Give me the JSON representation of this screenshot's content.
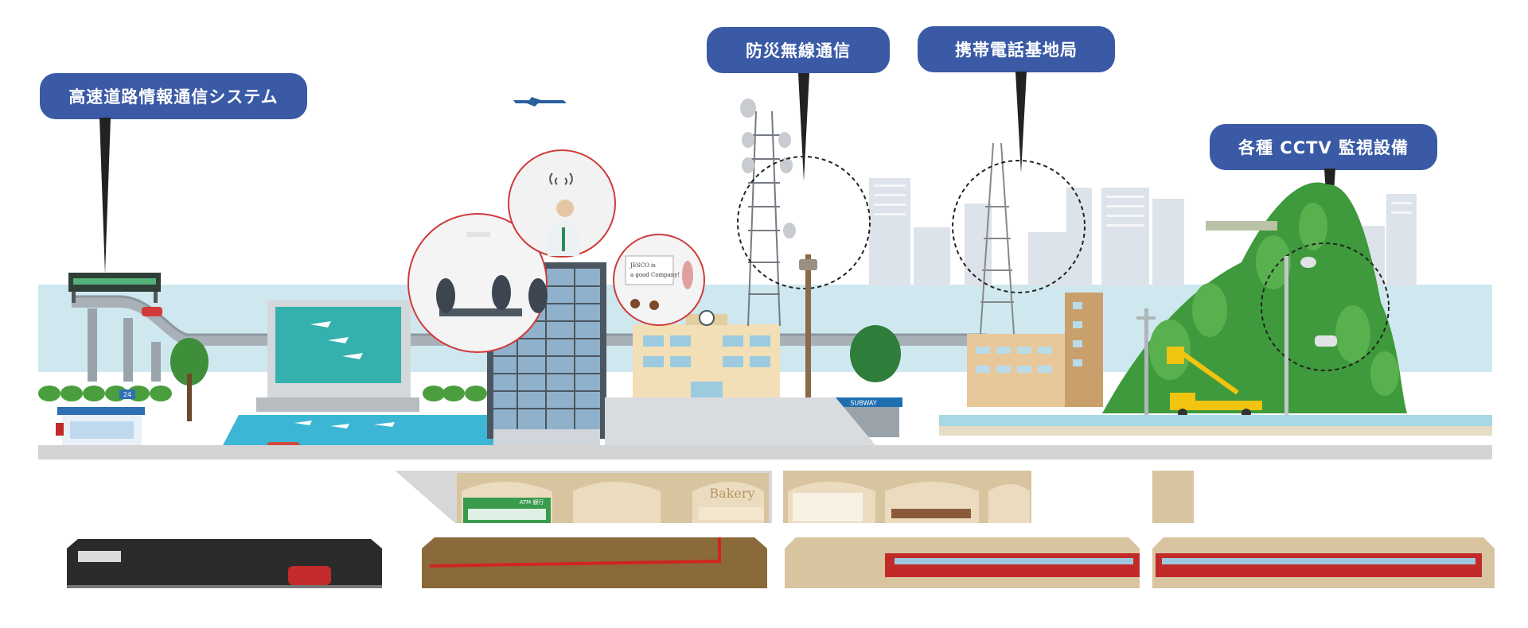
{
  "callouts": {
    "highway": "高速道路情報通信システム",
    "disaster_radio": "防災無線通信",
    "mobile_base": "携帯電話基地局",
    "cctv": "各種 CCTV 監視設備"
  },
  "signs": {
    "subway": "SUBWAY",
    "atm": "ATM 銀行",
    "bakery": "Bakery",
    "convenience": "24",
    "whiteboard_line1": "JESCO is",
    "whiteboard_line2": "a good Company!"
  },
  "colors": {
    "callout": "#3a5aa6",
    "sea": "#cfe8ef",
    "water": "#3cb6d4",
    "tree": "#4a9e3e",
    "train": "#c22a2a",
    "underground": "#d9c4a0",
    "road": "#d4d4d4"
  },
  "icons": [
    "wifi-signal-icon",
    "dome-camera-icon",
    "speaker-icon",
    "clock-icon",
    "airplane-icon"
  ]
}
